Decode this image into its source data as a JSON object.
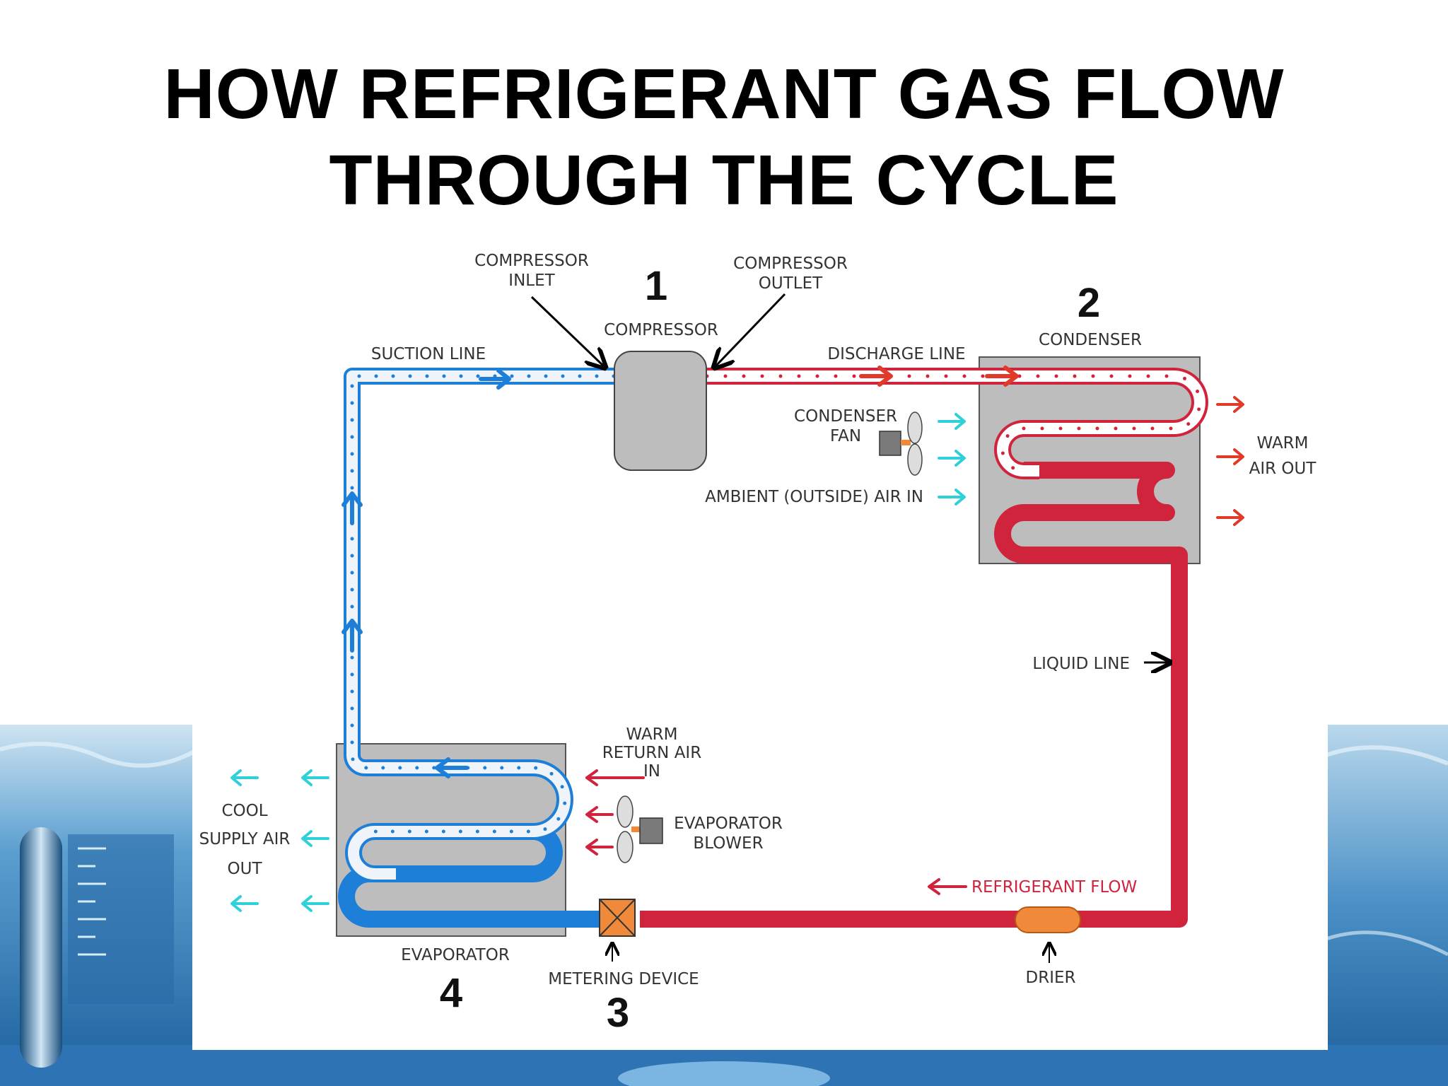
{
  "title": {
    "line1": "HOW REFRIGERANT GAS FLOW",
    "line2": "THROUGH THE CYCLE"
  },
  "diagram": {
    "labels": {
      "compressor_inlet_1": "COMPRESSOR",
      "compressor_inlet_2": "INLET",
      "compressor_outlet_1": "COMPRESSOR",
      "compressor_outlet_2": "OUTLET",
      "compressor": "COMPRESSOR",
      "suction_line": "SUCTION LINE",
      "discharge_line": "DISCHARGE LINE",
      "condenser": "CONDENSER",
      "condenser_fan_1": "CONDENSER",
      "condenser_fan_2": "FAN",
      "ambient_air_in": "AMBIENT (OUTSIDE) AIR IN",
      "warm_air_out_1": "WARM",
      "warm_air_out_2": "AIR OUT",
      "liquid_line": "LIQUID LINE",
      "warm_return_air_1": "WARM",
      "warm_return_air_2": "RETURN AIR",
      "warm_return_air_3": "IN",
      "evaporator_blower_1": "EVAPORATOR",
      "evaporator_blower_2": "BLOWER",
      "cool_supply_1": "COOL",
      "cool_supply_2": "SUPPLY AIR",
      "cool_supply_3": "OUT",
      "refrigerant_flow": "REFRIGERANT FLOW",
      "evaporator": "EVAPORATOR",
      "metering_device": "METERING DEVICE",
      "drier": "DRIER"
    },
    "step_numbers": {
      "compressor": "1",
      "condenser": "2",
      "metering_device": "3",
      "evaporator": "4"
    },
    "colors": {
      "hot_refrigerant": "#d0243d",
      "cold_refrigerant": "#1e7fd8",
      "ambient_air": "#2fd0d8",
      "component_gray": "#bdbdbd",
      "orange_parts": "#f08a3a"
    }
  }
}
